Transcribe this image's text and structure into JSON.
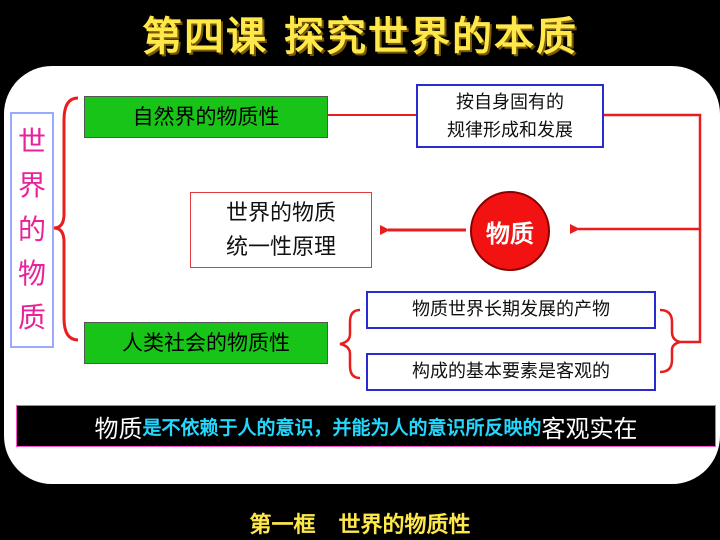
{
  "slide": {
    "title": "第四课  探究世界的本质",
    "vertical_label": [
      "世",
      "界",
      "的",
      "物",
      "质"
    ],
    "nature_box": "自然界的物质性",
    "law_box": [
      "按自身固有的",
      "规律形成和发展"
    ],
    "principle_box": [
      "世界的物质",
      "统一性原理"
    ],
    "matter_circle": "物质",
    "society_box": "人类社会的物质性",
    "product_box": "物质世界长期发展的产物",
    "elements_box": "构成的基本要素是客观的",
    "definition": {
      "part1": "物质",
      "part2": "是不依赖于人的意识，并能为人的意识所反映的",
      "part3": "客观实在"
    },
    "footer": "第一框   世界的物质性"
  },
  "colors": {
    "title": "#ffe94a",
    "green_box": "#19c419",
    "red": "#e61e1e",
    "blue_border": "#2a2ad2",
    "highlight_text": "#23d8ff",
    "vertical_text": "#e8239a"
  }
}
